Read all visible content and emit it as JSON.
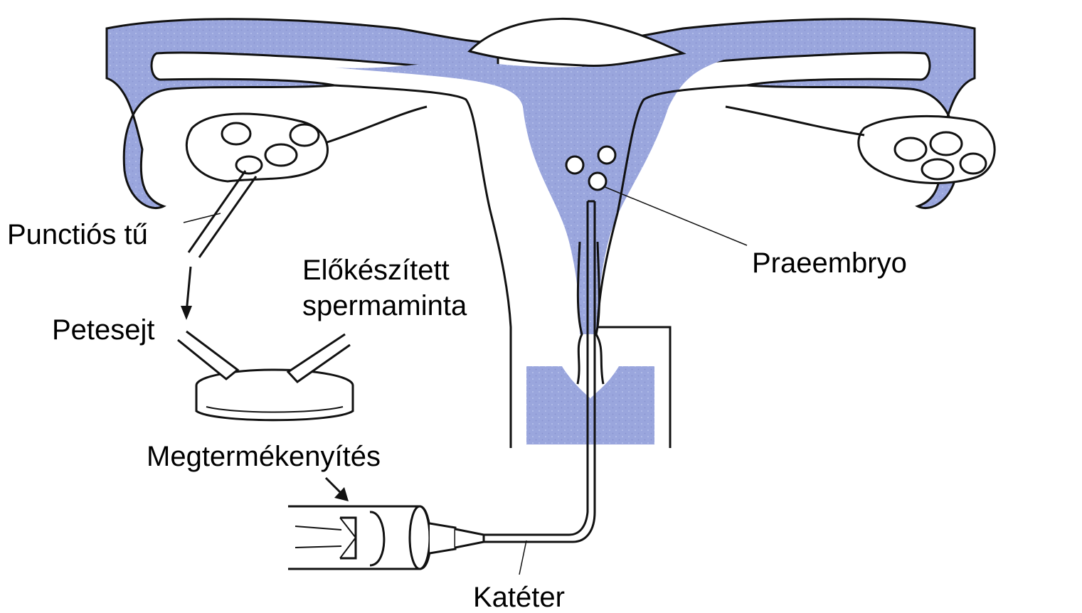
{
  "labels": {
    "punction_needle": "Punctiós tű",
    "prepared_sperm_line1": "Előkészített",
    "prepared_sperm_line2": "spermaminta",
    "egg_cell": "Petesejt",
    "fertilization": "Megtermékenyítés",
    "catheter": "Katéter",
    "preembryo": "Praeembryo"
  },
  "colors": {
    "tissue_fill": "#9aa6dd",
    "outline": "#111111",
    "background": "#ffffff"
  }
}
